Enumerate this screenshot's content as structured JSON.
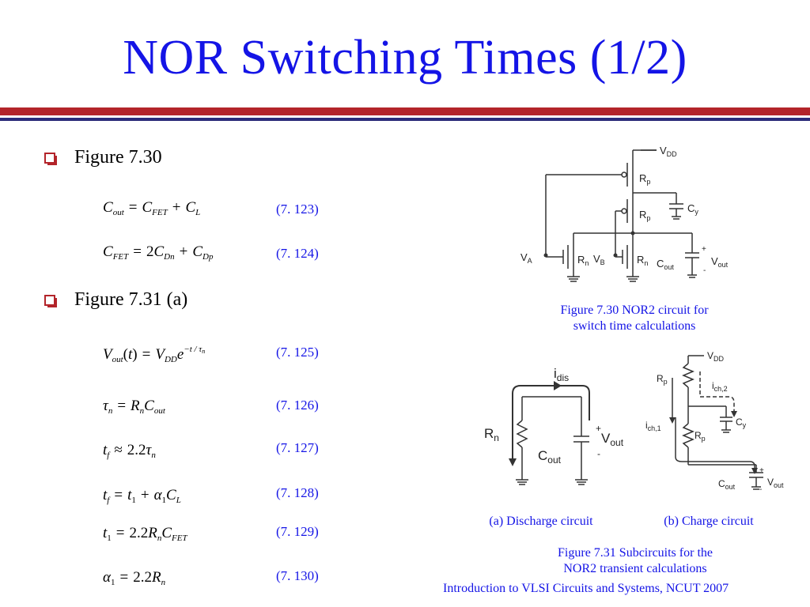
{
  "slide": {
    "title": "NOR Switching Times (1/2)",
    "footer": "Introduction to VLSI Circuits and Systems, NCUT  2007"
  },
  "bullets": [
    {
      "label": "Figure 7.30"
    },
    {
      "label": "Figure 7.31 (a)"
    }
  ],
  "equations": [
    {
      "number": "(7. 123)"
    },
    {
      "number": "(7. 124)"
    },
    {
      "number": "(7. 125)"
    },
    {
      "number": "(7. 126)"
    },
    {
      "number": "(7. 127)"
    },
    {
      "number": "(7. 128)"
    },
    {
      "number": "(7. 129)"
    },
    {
      "number": "(7. 130)"
    }
  ],
  "figures": {
    "fig730_caption_line1": "Figure 7.30 NOR2 circuit for",
    "fig730_caption_line2": "switch time calculations",
    "fig731a_caption": "(a) Discharge circuit",
    "fig731b_caption": "(b) Charge circuit",
    "fig731_caption_line1": "Figure 7.31 Subcircuits for the",
    "fig731_caption_line2": "NOR2 transient calculations"
  },
  "colors": {
    "title": "#1414e6",
    "top_rule": "#b3242a",
    "bottom_rule": "#2c2c7a",
    "caption": "#1414e6"
  }
}
